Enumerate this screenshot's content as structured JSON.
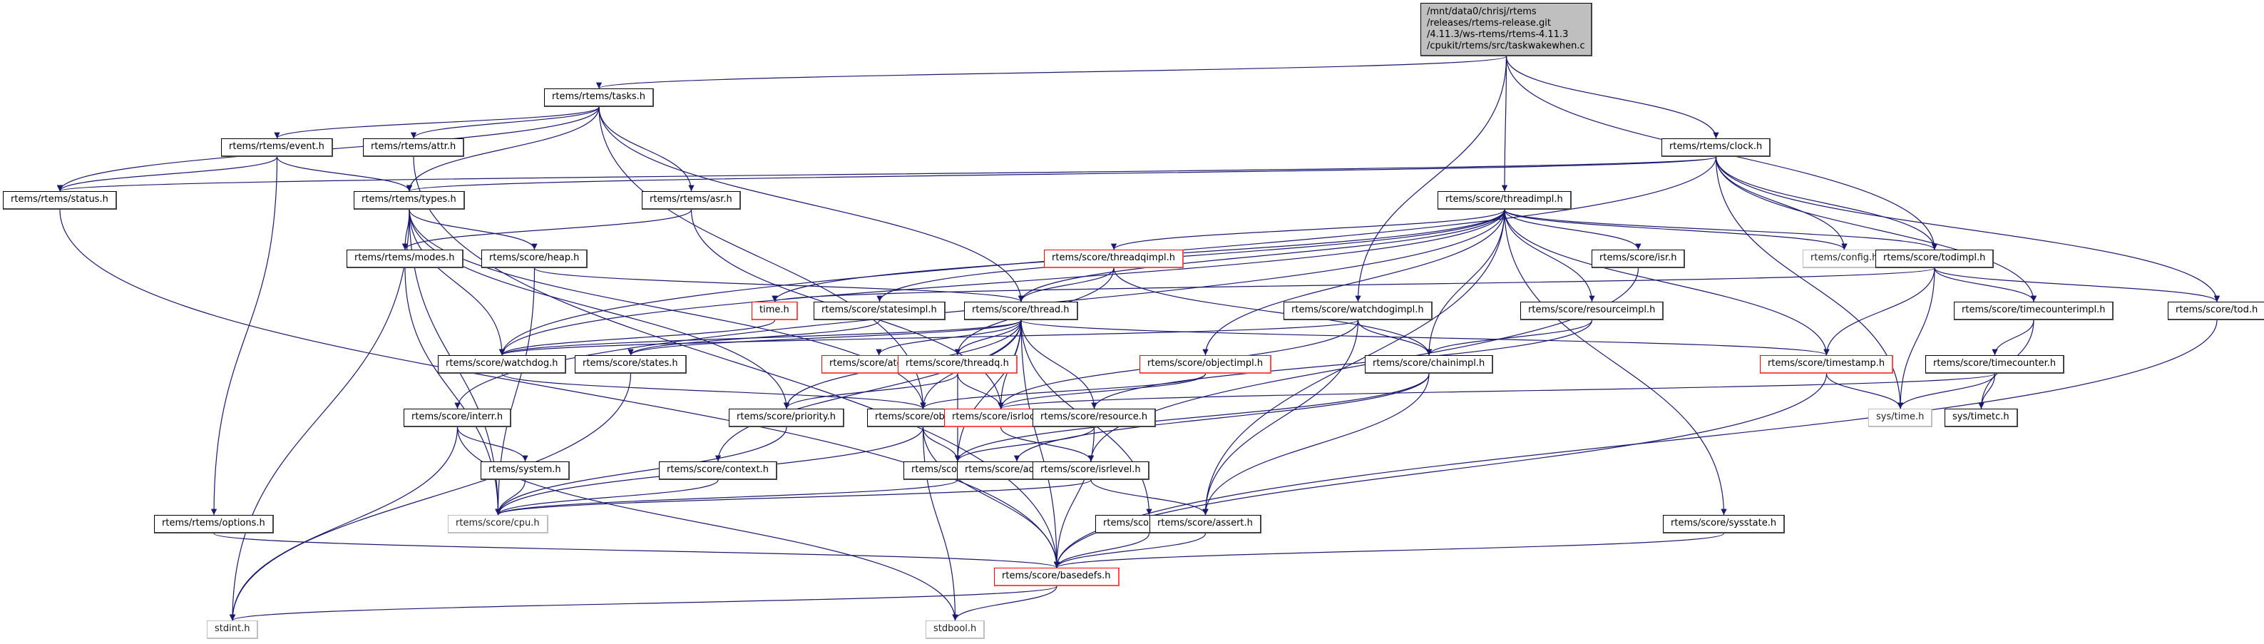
{
  "graph": {
    "title": "Include dependency graph for taskwakewhen.c",
    "edge_color": "#191970",
    "node_styles": {
      "root": {
        "fill": "#bfbfbf",
        "border": "#000000"
      },
      "documented": {
        "fill": "#ffffff",
        "border": "#000000"
      },
      "truncated": {
        "fill": "#ffffff",
        "border": "#ff0000"
      },
      "external": {
        "fill": "#ffffff",
        "border": "#bfbfbf"
      }
    },
    "nodes": [
      {
        "id": "root",
        "label": "/mnt/data0/chrisj/rtems\n/releases/rtems-release.git\n/4.11.3/ws-rtems/rtems-4.11.3\n/cpukit/rtems/src/taskwakewhen.c",
        "style": "root"
      },
      {
        "id": "tasks",
        "label": "rtems/rtems/tasks.h",
        "style": "documented"
      },
      {
        "id": "event",
        "label": "rtems/rtems/event.h",
        "style": "documented"
      },
      {
        "id": "attr",
        "label": "rtems/rtems/attr.h",
        "style": "documented"
      },
      {
        "id": "status",
        "label": "rtems/rtems/status.h",
        "style": "documented"
      },
      {
        "id": "types",
        "label": "rtems/rtems/types.h",
        "style": "documented"
      },
      {
        "id": "asr",
        "label": "rtems/rtems/asr.h",
        "style": "documented"
      },
      {
        "id": "clock",
        "label": "rtems/rtems/clock.h",
        "style": "documented"
      },
      {
        "id": "threadimpl",
        "label": "rtems/score/threadimpl.h",
        "style": "documented"
      },
      {
        "id": "modes",
        "label": "rtems/rtems/modes.h",
        "style": "documented"
      },
      {
        "id": "heap",
        "label": "rtems/score/heap.h",
        "style": "documented"
      },
      {
        "id": "threadqimpl",
        "label": "rtems/score/threadqimpl.h",
        "style": "truncated"
      },
      {
        "id": "isr",
        "label": "rtems/score/isr.h",
        "style": "documented"
      },
      {
        "id": "config",
        "label": "rtems/config.h",
        "style": "external"
      },
      {
        "id": "todimpl",
        "label": "rtems/score/todimpl.h",
        "style": "documented"
      },
      {
        "id": "timeh",
        "label": "time.h",
        "style": "truncated"
      },
      {
        "id": "statesimpl",
        "label": "rtems/score/statesimpl.h",
        "style": "documented"
      },
      {
        "id": "thread",
        "label": "rtems/score/thread.h",
        "style": "documented"
      },
      {
        "id": "watchdogimpl",
        "label": "rtems/score/watchdogimpl.h",
        "style": "documented"
      },
      {
        "id": "resourceimpl",
        "label": "rtems/score/resourceimpl.h",
        "style": "documented"
      },
      {
        "id": "timecounterimpl",
        "label": "rtems/score/timecounterimpl.h",
        "style": "documented"
      },
      {
        "id": "tod",
        "label": "rtems/score/tod.h",
        "style": "documented"
      },
      {
        "id": "watchdog",
        "label": "rtems/score/watchdog.h",
        "style": "documented"
      },
      {
        "id": "states",
        "label": "rtems/score/states.h",
        "style": "documented"
      },
      {
        "id": "atomic",
        "label": "rtems/score/atomic.h",
        "style": "truncated"
      },
      {
        "id": "threadq",
        "label": "rtems/score/threadq.h",
        "style": "truncated"
      },
      {
        "id": "objectimpl",
        "label": "rtems/score/objectimpl.h",
        "style": "truncated"
      },
      {
        "id": "chainimpl",
        "label": "rtems/score/chainimpl.h",
        "style": "documented"
      },
      {
        "id": "timestamp",
        "label": "rtems/score/timestamp.h",
        "style": "truncated"
      },
      {
        "id": "timecounter",
        "label": "rtems/score/timecounter.h",
        "style": "documented"
      },
      {
        "id": "interr",
        "label": "rtems/score/interr.h",
        "style": "documented"
      },
      {
        "id": "priority",
        "label": "rtems/score/priority.h",
        "style": "documented"
      },
      {
        "id": "object",
        "label": "rtems/score/object.h",
        "style": "documented"
      },
      {
        "id": "isrlock",
        "label": "rtems/score/isrlock.h",
        "style": "truncated"
      },
      {
        "id": "resource",
        "label": "rtems/score/resource.h",
        "style": "documented"
      },
      {
        "id": "systime",
        "label": "sys/time.h",
        "style": "external"
      },
      {
        "id": "systimetc",
        "label": "sys/timetc.h",
        "style": "documented"
      },
      {
        "id": "system",
        "label": "rtems/system.h",
        "style": "documented"
      },
      {
        "id": "context",
        "label": "rtems/score/context.h",
        "style": "documented"
      },
      {
        "id": "chain",
        "label": "rtems/score/chain.h",
        "style": "documented"
      },
      {
        "id": "address",
        "label": "rtems/score/address.h",
        "style": "documented"
      },
      {
        "id": "isrlevel",
        "label": "rtems/score/isrlevel.h",
        "style": "documented"
      },
      {
        "id": "options",
        "label": "rtems/rtems/options.h",
        "style": "documented"
      },
      {
        "id": "cpu",
        "label": "rtems/score/cpu.h",
        "style": "external"
      },
      {
        "id": "stack",
        "label": "rtems/score/stack.h",
        "style": "documented"
      },
      {
        "id": "assert",
        "label": "rtems/score/assert.h",
        "style": "documented"
      },
      {
        "id": "sysstate",
        "label": "rtems/score/sysstate.h",
        "style": "documented"
      },
      {
        "id": "basedefs",
        "label": "rtems/score/basedefs.h",
        "style": "truncated"
      },
      {
        "id": "stdint",
        "label": "stdint.h",
        "style": "external"
      },
      {
        "id": "stdbool",
        "label": "stdbool.h",
        "style": "external"
      }
    ],
    "edges": [
      [
        "root",
        "tasks"
      ],
      [
        "root",
        "clock"
      ],
      [
        "root",
        "threadimpl"
      ],
      [
        "root",
        "todimpl"
      ],
      [
        "root",
        "watchdogimpl"
      ],
      [
        "tasks",
        "event"
      ],
      [
        "tasks",
        "attr"
      ],
      [
        "tasks",
        "status"
      ],
      [
        "tasks",
        "types"
      ],
      [
        "tasks",
        "asr"
      ],
      [
        "tasks",
        "thread"
      ],
      [
        "tasks",
        "object"
      ],
      [
        "event",
        "status"
      ],
      [
        "event",
        "types"
      ],
      [
        "event",
        "options"
      ],
      [
        "attr",
        "basedefs"
      ],
      [
        "status",
        "basedefs"
      ],
      [
        "types",
        "modes"
      ],
      [
        "types",
        "heap"
      ],
      [
        "types",
        "watchdog"
      ],
      [
        "types",
        "priority"
      ],
      [
        "types",
        "object"
      ],
      [
        "types",
        "stdint"
      ],
      [
        "types",
        "cpu"
      ],
      [
        "asr",
        "modes"
      ],
      [
        "asr",
        "isrlock"
      ],
      [
        "clock",
        "status"
      ],
      [
        "clock",
        "types"
      ],
      [
        "clock",
        "config"
      ],
      [
        "clock",
        "todimpl"
      ],
      [
        "clock",
        "timecounterimpl"
      ],
      [
        "clock",
        "tod"
      ],
      [
        "clock",
        "watchdog"
      ],
      [
        "clock",
        "systime"
      ],
      [
        "threadimpl",
        "thread"
      ],
      [
        "threadimpl",
        "threadqimpl"
      ],
      [
        "threadimpl",
        "isr"
      ],
      [
        "threadimpl",
        "config"
      ],
      [
        "threadimpl",
        "todimpl"
      ],
      [
        "threadimpl",
        "statesimpl"
      ],
      [
        "threadimpl",
        "watchdog"
      ],
      [
        "threadimpl",
        "resourceimpl"
      ],
      [
        "threadimpl",
        "chainimpl"
      ],
      [
        "threadimpl",
        "objectimpl"
      ],
      [
        "threadimpl",
        "timestamp"
      ],
      [
        "threadimpl",
        "interr"
      ],
      [
        "threadimpl",
        "assert"
      ],
      [
        "threadimpl",
        "sysstate"
      ],
      [
        "threadimpl",
        "timeh"
      ],
      [
        "modes",
        "cpu"
      ],
      [
        "heap",
        "thread"
      ],
      [
        "heap",
        "cpu"
      ],
      [
        "threadqimpl",
        "thread"
      ],
      [
        "threadqimpl",
        "threadq"
      ],
      [
        "threadqimpl",
        "chainimpl"
      ],
      [
        "isr",
        "isrlevel"
      ],
      [
        "todimpl",
        "timestamp"
      ],
      [
        "todimpl",
        "timecounterimpl"
      ],
      [
        "todimpl",
        "tod"
      ],
      [
        "todimpl",
        "systime"
      ],
      [
        "todimpl",
        "timeh"
      ],
      [
        "timeh",
        "watchdog"
      ],
      [
        "statesimpl",
        "states"
      ],
      [
        "thread",
        "watchdog"
      ],
      [
        "thread",
        "states"
      ],
      [
        "thread",
        "atomic"
      ],
      [
        "thread",
        "threadq"
      ],
      [
        "thread",
        "isrlock"
      ],
      [
        "thread",
        "object"
      ],
      [
        "thread",
        "priority"
      ],
      [
        "thread",
        "context"
      ],
      [
        "thread",
        "chain"
      ],
      [
        "thread",
        "resource"
      ],
      [
        "thread",
        "stack"
      ],
      [
        "thread",
        "timestamp"
      ],
      [
        "thread",
        "basedefs"
      ],
      [
        "watchdogimpl",
        "watchdog"
      ],
      [
        "watchdogimpl",
        "chainimpl"
      ],
      [
        "watchdogimpl",
        "isrlock"
      ],
      [
        "watchdogimpl",
        "assert"
      ],
      [
        "resourceimpl",
        "chainimpl"
      ],
      [
        "resourceimpl",
        "resource"
      ],
      [
        "timecounterimpl",
        "timecounter"
      ],
      [
        "timecounterimpl",
        "systimetc"
      ],
      [
        "tod",
        "basedefs"
      ],
      [
        "watchdog",
        "object"
      ],
      [
        "states",
        "stdint"
      ],
      [
        "threadq",
        "priority"
      ],
      [
        "threadq",
        "chain"
      ],
      [
        "threadq",
        "isrlock"
      ],
      [
        "objectimpl",
        "object"
      ],
      [
        "objectimpl",
        "isrlock"
      ],
      [
        "chainimpl",
        "chain"
      ],
      [
        "chainimpl",
        "assert"
      ],
      [
        "chainimpl",
        "address"
      ],
      [
        "timestamp",
        "systime"
      ],
      [
        "timestamp",
        "basedefs"
      ],
      [
        "timecounter",
        "systime"
      ],
      [
        "timecounter",
        "systimetc"
      ],
      [
        "timecounter",
        "isrlock"
      ],
      [
        "interr",
        "system"
      ],
      [
        "interr",
        "stdint"
      ],
      [
        "interr",
        "stdbool"
      ],
      [
        "priority",
        "cpu"
      ],
      [
        "object",
        "chain"
      ],
      [
        "object",
        "cpu"
      ],
      [
        "object",
        "basedefs"
      ],
      [
        "object",
        "stdbool"
      ],
      [
        "isrlock",
        "isrlevel"
      ],
      [
        "resource",
        "chain"
      ],
      [
        "resource",
        "basedefs"
      ],
      [
        "system",
        "cpu"
      ],
      [
        "context",
        "cpu"
      ],
      [
        "chain",
        "cpu"
      ],
      [
        "isrlevel",
        "assert"
      ],
      [
        "isrlevel",
        "cpu"
      ],
      [
        "options",
        "basedefs"
      ],
      [
        "stack",
        "basedefs"
      ],
      [
        "assert",
        "basedefs"
      ],
      [
        "sysstate",
        "basedefs"
      ],
      [
        "basedefs",
        "stdint"
      ],
      [
        "basedefs",
        "stdbool"
      ]
    ]
  }
}
